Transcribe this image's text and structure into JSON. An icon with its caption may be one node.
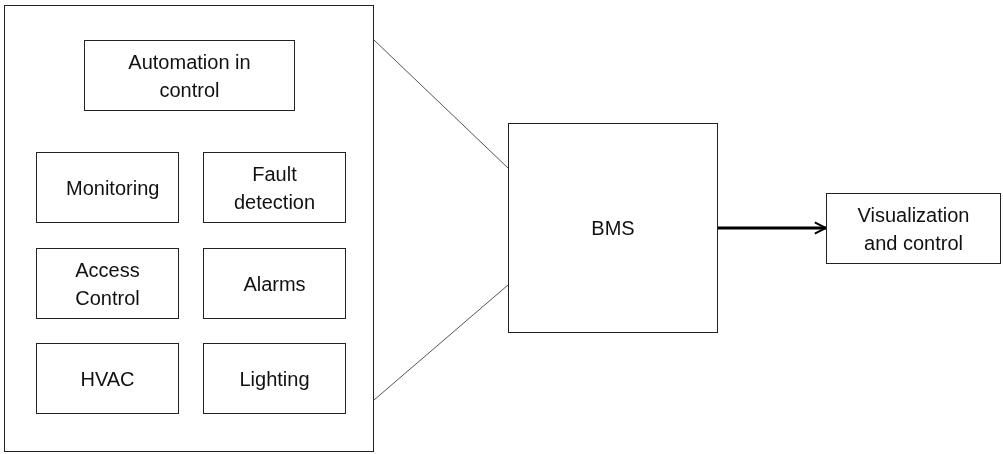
{
  "diagram": {
    "nodes": [
      {
        "text": [],
        "shape": "box"
      },
      {
        "text": [
          "Automation in control"
        ],
        "in": 0
      },
      {
        "text": [
          "Monitoring"
        ],
        "in": 0
      },
      {
        "text": [
          "Fault detection"
        ],
        "in": 0
      },
      {
        "text": [
          "Access Control"
        ],
        "in": 0
      },
      {
        "text": [
          "Alarms"
        ],
        "in": 0
      },
      {
        "text": [
          "HVAC"
        ],
        "in": 0
      },
      {
        "text": [
          "Lighting"
        ],
        "in": 0
      },
      {
        "text": [
          "BMS"
        ]
      },
      {
        "text": [
          "Visualization and control"
        ]
      }
    ],
    "edges": [
      {
        "from": 0,
        "to": 8,
        "arrow": "none"
      },
      {
        "from": 0,
        "to": 8,
        "arrow": "none"
      },
      {
        "from": 8,
        "to": 9,
        "arrow": "to",
        "style": "thick"
      }
    ]
  }
}
